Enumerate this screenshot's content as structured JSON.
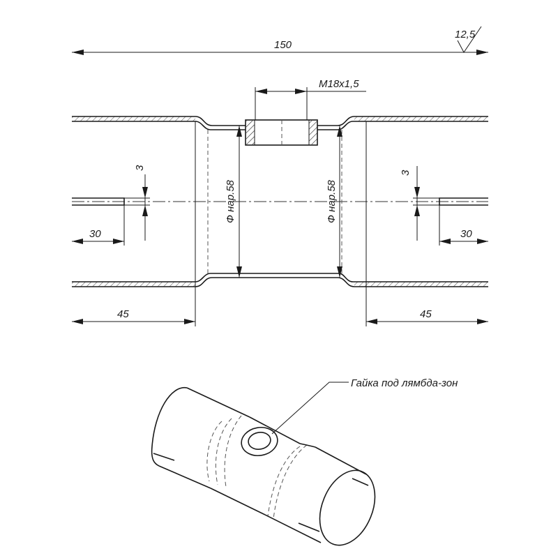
{
  "drawing": {
    "overall_length": "150",
    "roughness": "12,5",
    "thread": "M18x1,5",
    "diameter_left": "Ф нар.58",
    "diameter_right": "Ф нар.58",
    "slot_width_left": "3",
    "slot_width_right": "3",
    "slot_length_left": "30",
    "slot_length_right": "30",
    "end_length_left": "45",
    "end_length_right": "45",
    "callout": "Гайка под лямбда-зон"
  }
}
